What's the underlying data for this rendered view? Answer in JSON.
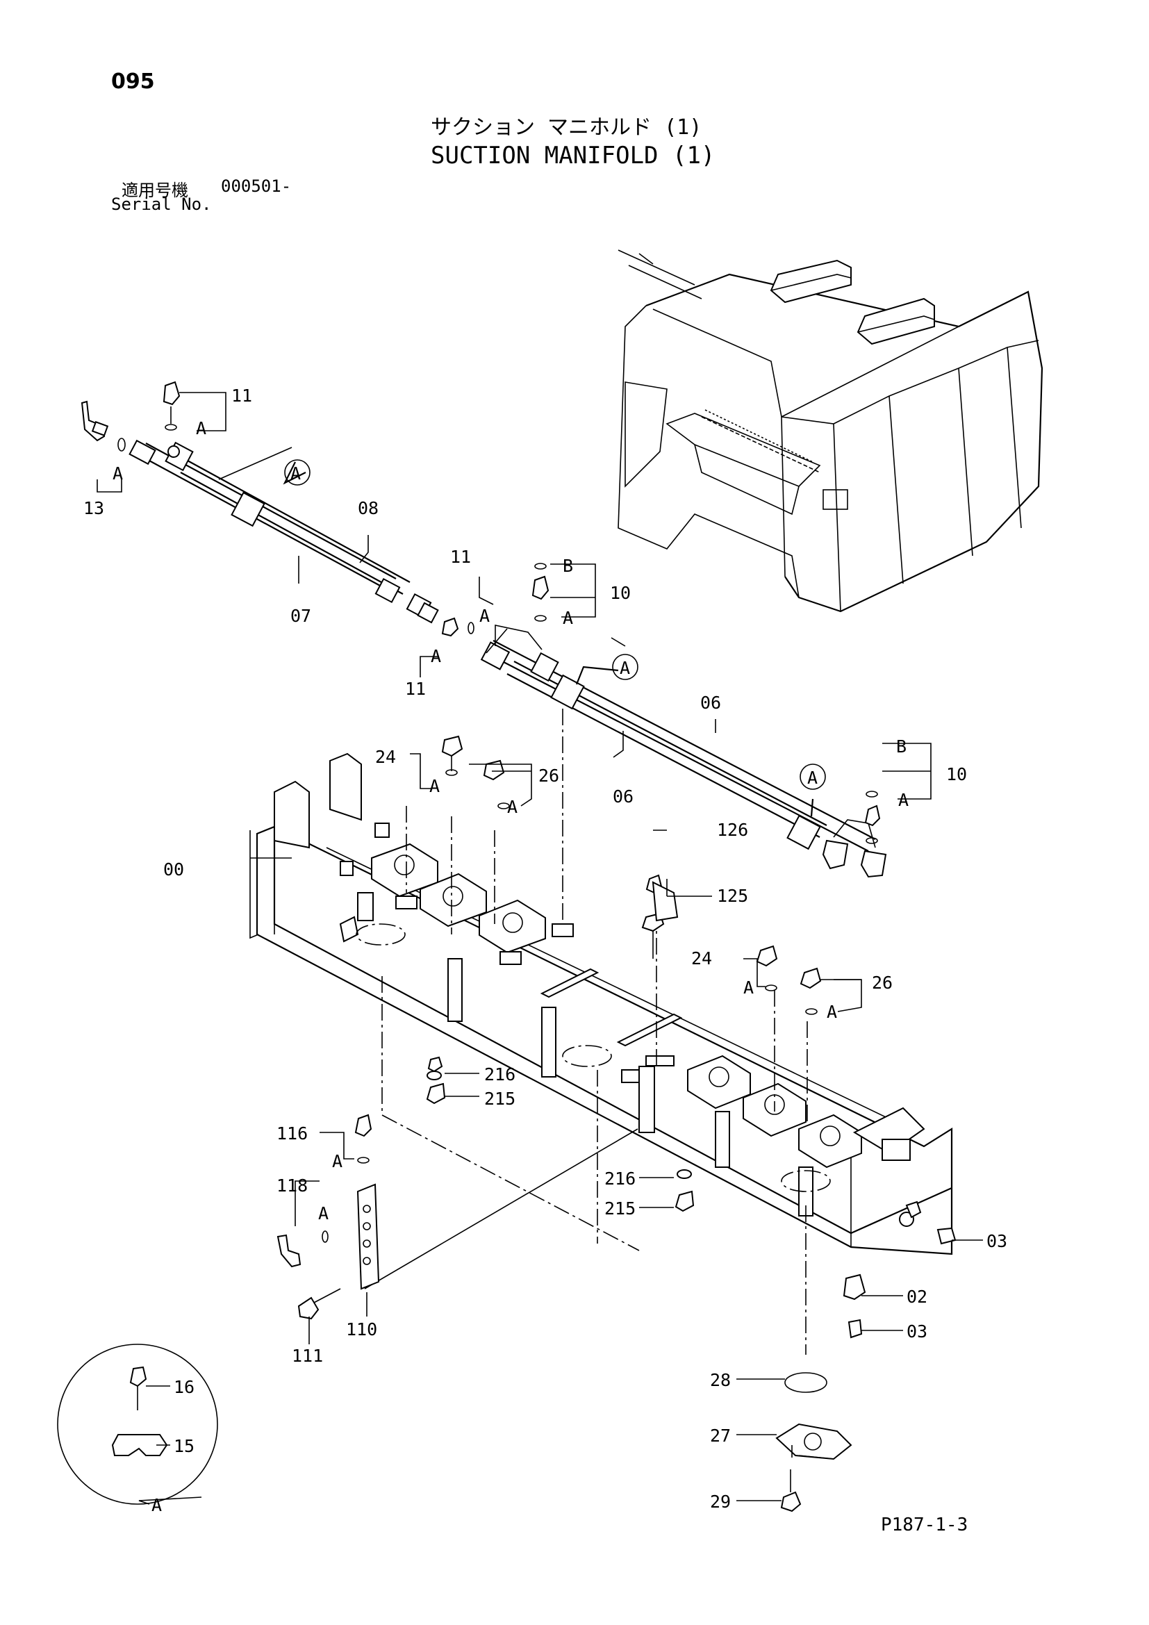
{
  "header": {
    "page_number": "095",
    "title_jp": "サクション マニホルド (1)",
    "title_en": "SUCTION MANIFOLD (1)",
    "serial_label_jp": "適用号機",
    "serial_value": "000501-",
    "serial_label_en": "Serial No."
  },
  "footer": {
    "drawing_code": "P187-1-3"
  },
  "callouts": {
    "p00": "00",
    "p02": "02",
    "p03a": "03",
    "p03b": "03",
    "p06a": "06",
    "p06b": "06",
    "p07": "07",
    "p08": "08",
    "p10a": "10",
    "p10b": "10",
    "p11a": "11",
    "p11b": "11",
    "p11c": "11",
    "p13": "13",
    "p15": "15",
    "p16": "16",
    "p24a": "24",
    "p24b": "24",
    "p26a": "26",
    "p26b": "26",
    "p27": "27",
    "p28": "28",
    "p29": "29",
    "p110": "110",
    "p111": "111",
    "p116": "116",
    "p118": "118",
    "p125": "125",
    "p126": "126",
    "p215a": "215",
    "p215b": "215",
    "p216a": "216",
    "p216b": "216"
  },
  "letters": {
    "a": "A",
    "b": "B"
  }
}
